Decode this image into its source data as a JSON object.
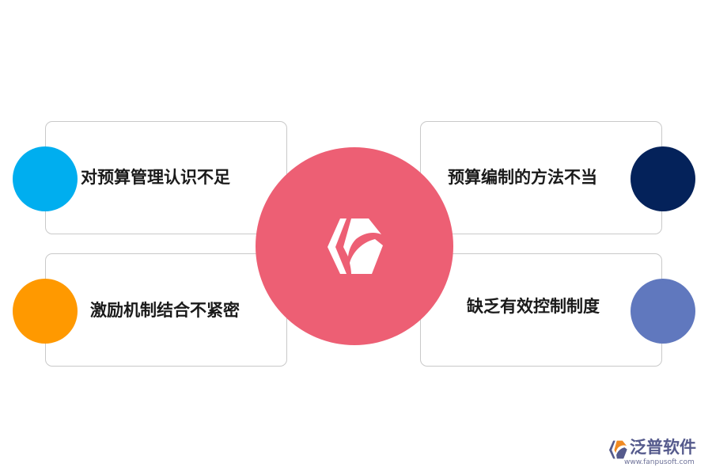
{
  "diagram": {
    "items": [
      {
        "label": "对预算管理认识不足",
        "color": "#00aeef"
      },
      {
        "label": "激励机制结合不紧密",
        "color": "#ff9900"
      },
      {
        "label": "预算编制的方法不当",
        "color": "#04225a"
      },
      {
        "label": "缺乏有效控制制度",
        "color": "#6078be"
      }
    ],
    "center": {
      "color": "#ed5f74",
      "icon": "fanpu-logo-icon"
    }
  },
  "watermark": {
    "name": "泛普软件",
    "url": "www.fanpusoft.com",
    "color": "#555a8c",
    "icon": "fanpu-logo-icon"
  }
}
